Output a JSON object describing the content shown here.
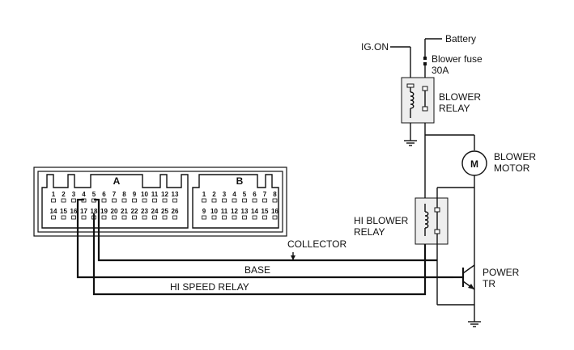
{
  "labels": {
    "ig_on": "IG.ON",
    "battery": "Battery",
    "blower_fuse_line1": "Blower fuse",
    "blower_fuse_line2": "30A",
    "blower_relay_line1": "BLOWER",
    "blower_relay_line2": "RELAY",
    "blower_motor_line1": "BLOWER",
    "blower_motor_line2": "MOTOR",
    "motor_symbol": "M",
    "hi_blower_relay_line1": "HI BLOWER",
    "hi_blower_relay_line2": "RELAY",
    "power_tr_line1": "POWER",
    "power_tr_line2": "TR",
    "collector": "COLLECTOR",
    "base": "BASE",
    "hi_speed_relay": "HI SPEED RELAY"
  },
  "connectors": {
    "a_label": "A",
    "b_label": "B",
    "a_top_pins": [
      "1",
      "2",
      "3",
      "4",
      "5",
      "6",
      "7",
      "8",
      "9",
      "10",
      "11",
      "12",
      "13"
    ],
    "a_bottom_pins": [
      "14",
      "15",
      "16",
      "17",
      "18",
      "19",
      "20",
      "21",
      "22",
      "23",
      "24",
      "25",
      "26"
    ],
    "b_top_pins": [
      "1",
      "2",
      "3",
      "4",
      "5",
      "6",
      "7",
      "8"
    ],
    "b_bottom_pins": [
      "9",
      "10",
      "11",
      "12",
      "13",
      "14",
      "15",
      "16"
    ]
  }
}
